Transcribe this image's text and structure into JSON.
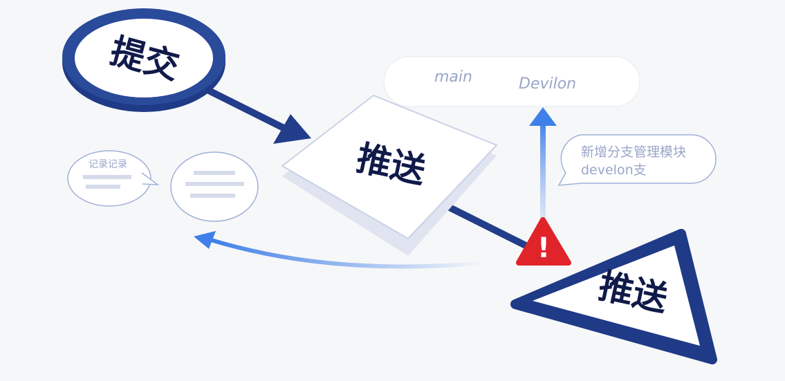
{
  "nodes": {
    "commit": {
      "label": "提交",
      "shape": "circle"
    },
    "push": {
      "label": "推送",
      "shape": "square"
    },
    "push_alert": {
      "label": "推送",
      "shape": "triangle"
    }
  },
  "branches": {
    "main": "main",
    "develop": "Devilon"
  },
  "bubbles": {
    "right": {
      "line1": "新增分支管理模块",
      "line2": "develon支"
    },
    "left": {
      "title": "记录记录"
    }
  },
  "warning": {
    "icon": "warning-icon",
    "symbol": "!",
    "color": "#e0242a"
  },
  "colors": {
    "primary": "#223d8a",
    "accent": "#3f7fe8"
  }
}
